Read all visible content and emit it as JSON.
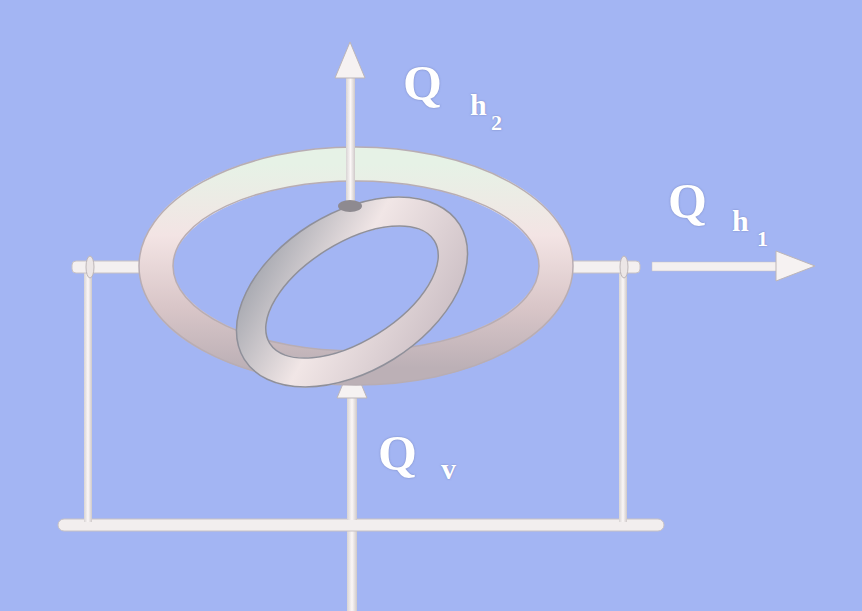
{
  "diagram": {
    "labels": [
      "Q",
      "h",
      "2",
      "Q",
      "h",
      "1",
      "Q",
      "v"
    ]
  }
}
